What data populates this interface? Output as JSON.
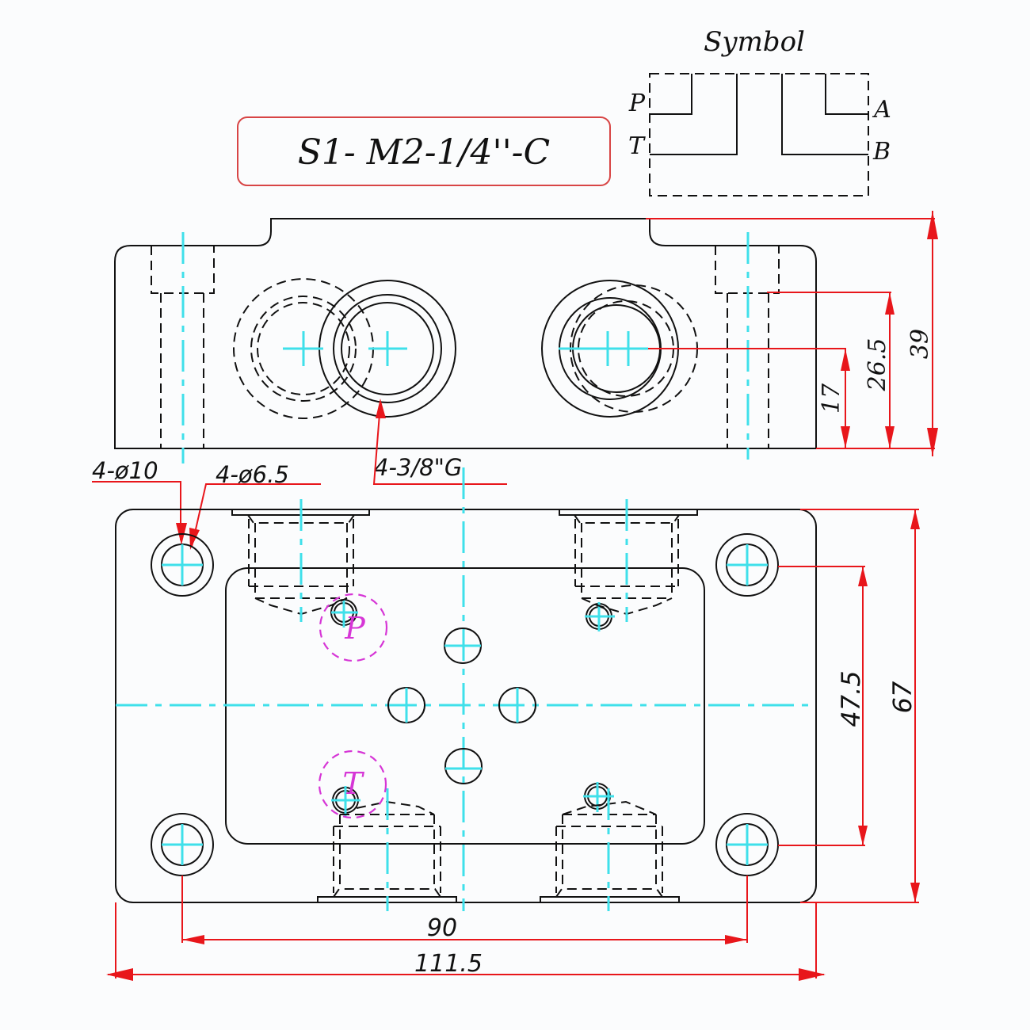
{
  "title": {
    "model_code": "S1- M2-1/4''-C",
    "border_color": "#d84545"
  },
  "symbol": {
    "heading": "Symbol",
    "ports": {
      "p": "P",
      "t": "T",
      "a": "A",
      "b": "B"
    }
  },
  "callouts": {
    "counterbore": "4-ø10",
    "through_hole": "4-ø6.5",
    "thread": "4-3/8\"G"
  },
  "dimensions": {
    "front_view": {
      "port_height": "17",
      "counterbore_depth": "26.5",
      "total_height": "39"
    },
    "top_view": {
      "hole_spacing_vertical": "47.5",
      "total_depth": "67",
      "hole_spacing_horizontal": "90",
      "total_width": "111.5"
    }
  },
  "port_markers": {
    "p": "P",
    "t": "T"
  },
  "colors": {
    "outline": "#111111",
    "centerline": "#3fe0ea",
    "dimension": "#e8161b",
    "port_marker": "#d636d6"
  }
}
